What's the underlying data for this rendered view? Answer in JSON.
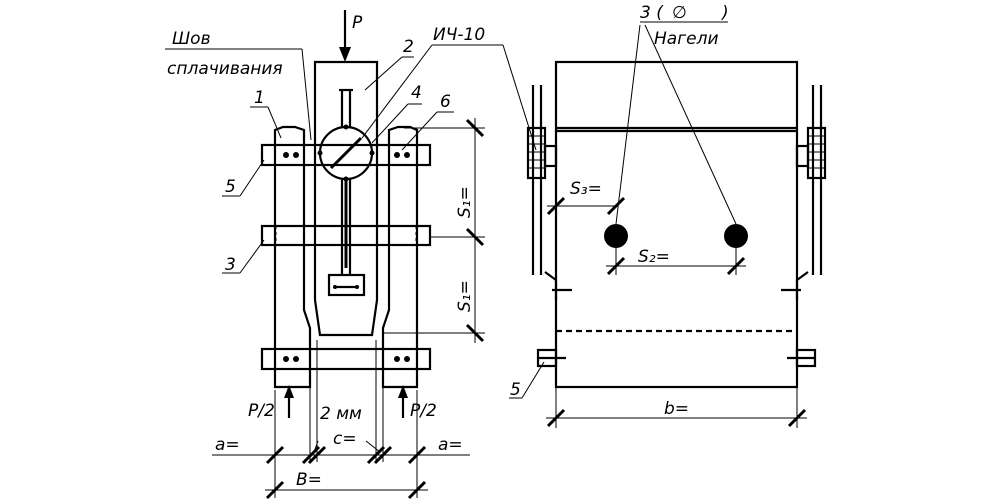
{
  "labels": {
    "load_p": "P",
    "seam_line1": "Шов",
    "seam_line2": "сплачивания",
    "part_2": "2",
    "gauge": "ИЧ-10",
    "part_1": "1",
    "part_4": "4",
    "part_6": "6",
    "part_5_left": "5",
    "part_3_left": "3",
    "s1_top": "S₁=",
    "s1_bottom": "S₁=",
    "half_load_left": "P/2",
    "half_load_right": "P/2",
    "gap_2mm": "2 мм",
    "dim_a_left": "a=",
    "dim_c": "c=",
    "dim_a_right": "a=",
    "dim_B": "B=",
    "dowels_count": "3 (",
    "diameter_sign": "∅",
    "dowels_close": ")",
    "dowels": "Нагели",
    "s3": "S₃=",
    "s2": "S₂=",
    "part_5_right": "5",
    "dim_b": "b="
  }
}
